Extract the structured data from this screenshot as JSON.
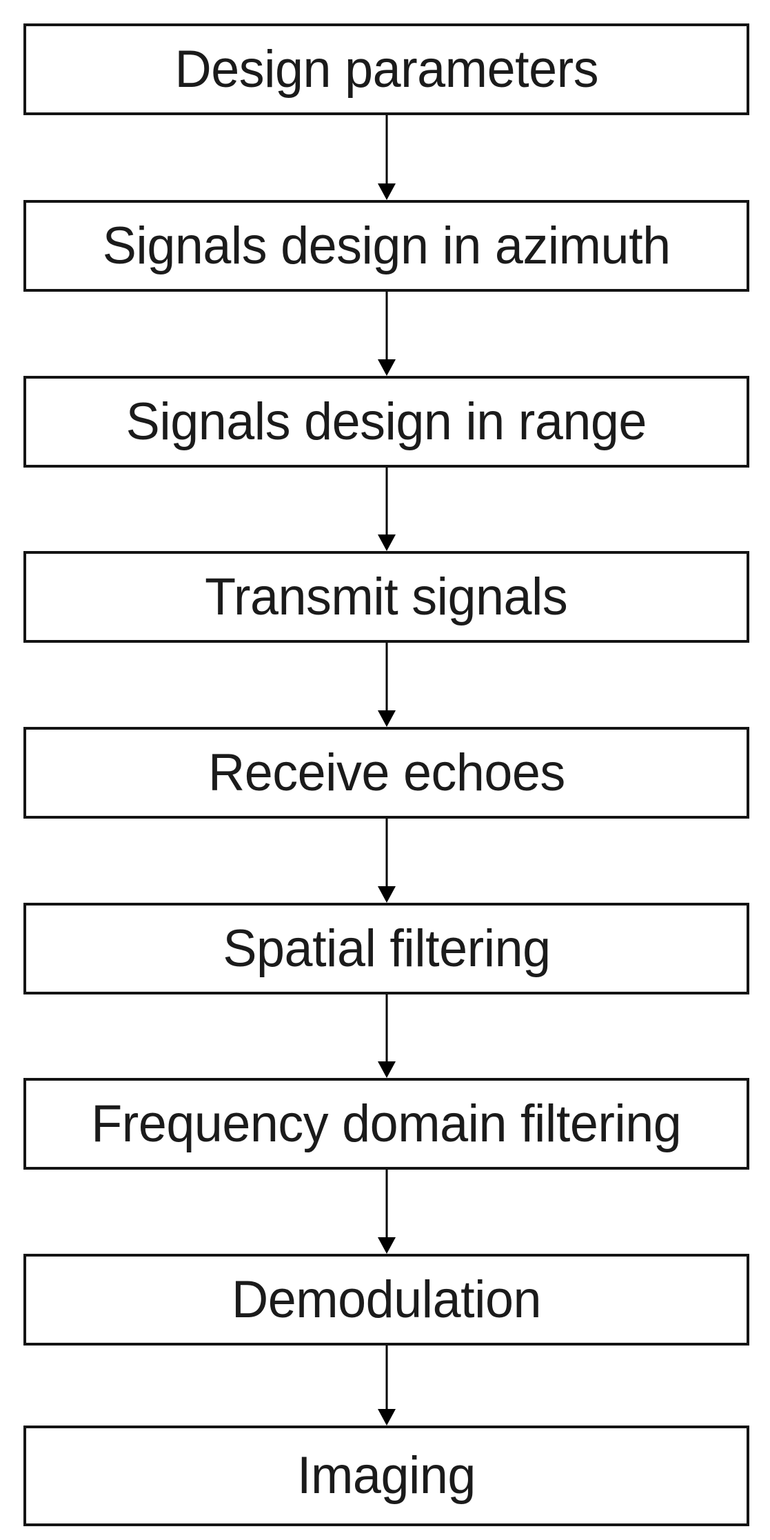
{
  "diagram": {
    "type": "flowchart",
    "orientation": "vertical",
    "background_color": "#ffffff",
    "box_border_color": "#141414",
    "text_color": "#1b1b1b",
    "arrow_color": "#000000",
    "nodes": [
      {
        "id": "design-parameters",
        "label": "Design parameters"
      },
      {
        "id": "signals-design-azimuth",
        "label": "Signals design in azimuth"
      },
      {
        "id": "signals-design-range",
        "label": "Signals design in range"
      },
      {
        "id": "transmit-signals",
        "label": "Transmit signals"
      },
      {
        "id": "receive-echoes",
        "label": "Receive echoes"
      },
      {
        "id": "spatial-filtering",
        "label": "Spatial filtering"
      },
      {
        "id": "frequency-domain-filtering",
        "label": "Frequency domain filtering"
      },
      {
        "id": "demodulation",
        "label": "Demodulation"
      },
      {
        "id": "imaging",
        "label": "Imaging"
      }
    ],
    "edges": [
      {
        "from": "design-parameters",
        "to": "signals-design-azimuth"
      },
      {
        "from": "signals-design-azimuth",
        "to": "signals-design-range"
      },
      {
        "from": "signals-design-range",
        "to": "transmit-signals"
      },
      {
        "from": "transmit-signals",
        "to": "receive-echoes"
      },
      {
        "from": "receive-echoes",
        "to": "spatial-filtering"
      },
      {
        "from": "spatial-filtering",
        "to": "frequency-domain-filtering"
      },
      {
        "from": "frequency-domain-filtering",
        "to": "demodulation"
      },
      {
        "from": "demodulation",
        "to": "imaging"
      }
    ]
  }
}
